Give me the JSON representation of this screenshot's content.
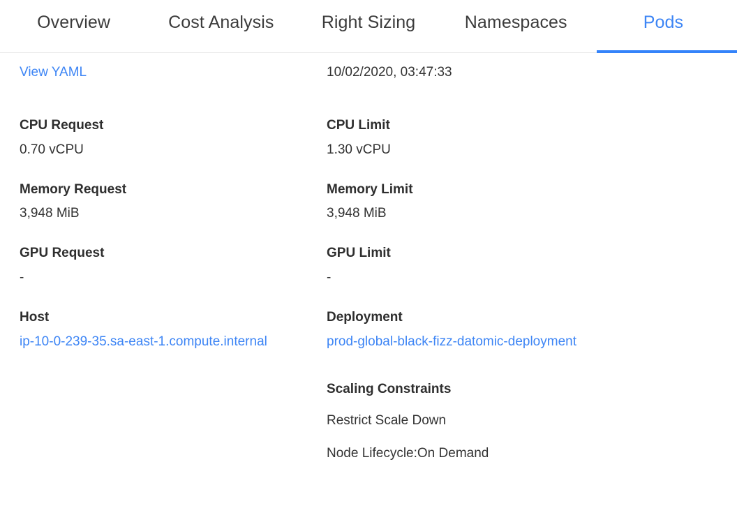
{
  "tabs": [
    {
      "label": "Overview",
      "active": false
    },
    {
      "label": "Cost Analysis",
      "active": false
    },
    {
      "label": "Right Sizing",
      "active": false
    },
    {
      "label": "Namespaces",
      "active": false
    },
    {
      "label": "Pods",
      "active": true
    }
  ],
  "accent_color": "#3483fa",
  "link_color": "#3d85f5",
  "details": {
    "view_yaml_link": "View YAML",
    "timestamp": "10/02/2020, 03:47:33",
    "cpu_request": {
      "label": "CPU Request",
      "value": "0.70 vCPU"
    },
    "cpu_limit": {
      "label": "CPU Limit",
      "value": "1.30 vCPU"
    },
    "memory_request": {
      "label": "Memory Request",
      "value": "3,948 MiB"
    },
    "memory_limit": {
      "label": "Memory Limit",
      "value": "3,948 MiB"
    },
    "gpu_request": {
      "label": "GPU Request",
      "value": "-"
    },
    "gpu_limit": {
      "label": "GPU Limit",
      "value": "-"
    },
    "host": {
      "label": "Host",
      "value": "ip-10-0-239-35.sa-east-1.compute.internal"
    },
    "deployment": {
      "label": "Deployment",
      "value": "prod-global-black-fizz-datomic-deployment"
    },
    "scaling_constraints": {
      "label": "Scaling Constraints",
      "items": [
        "Restrict Scale Down",
        "Node Lifecycle:On Demand"
      ]
    }
  }
}
